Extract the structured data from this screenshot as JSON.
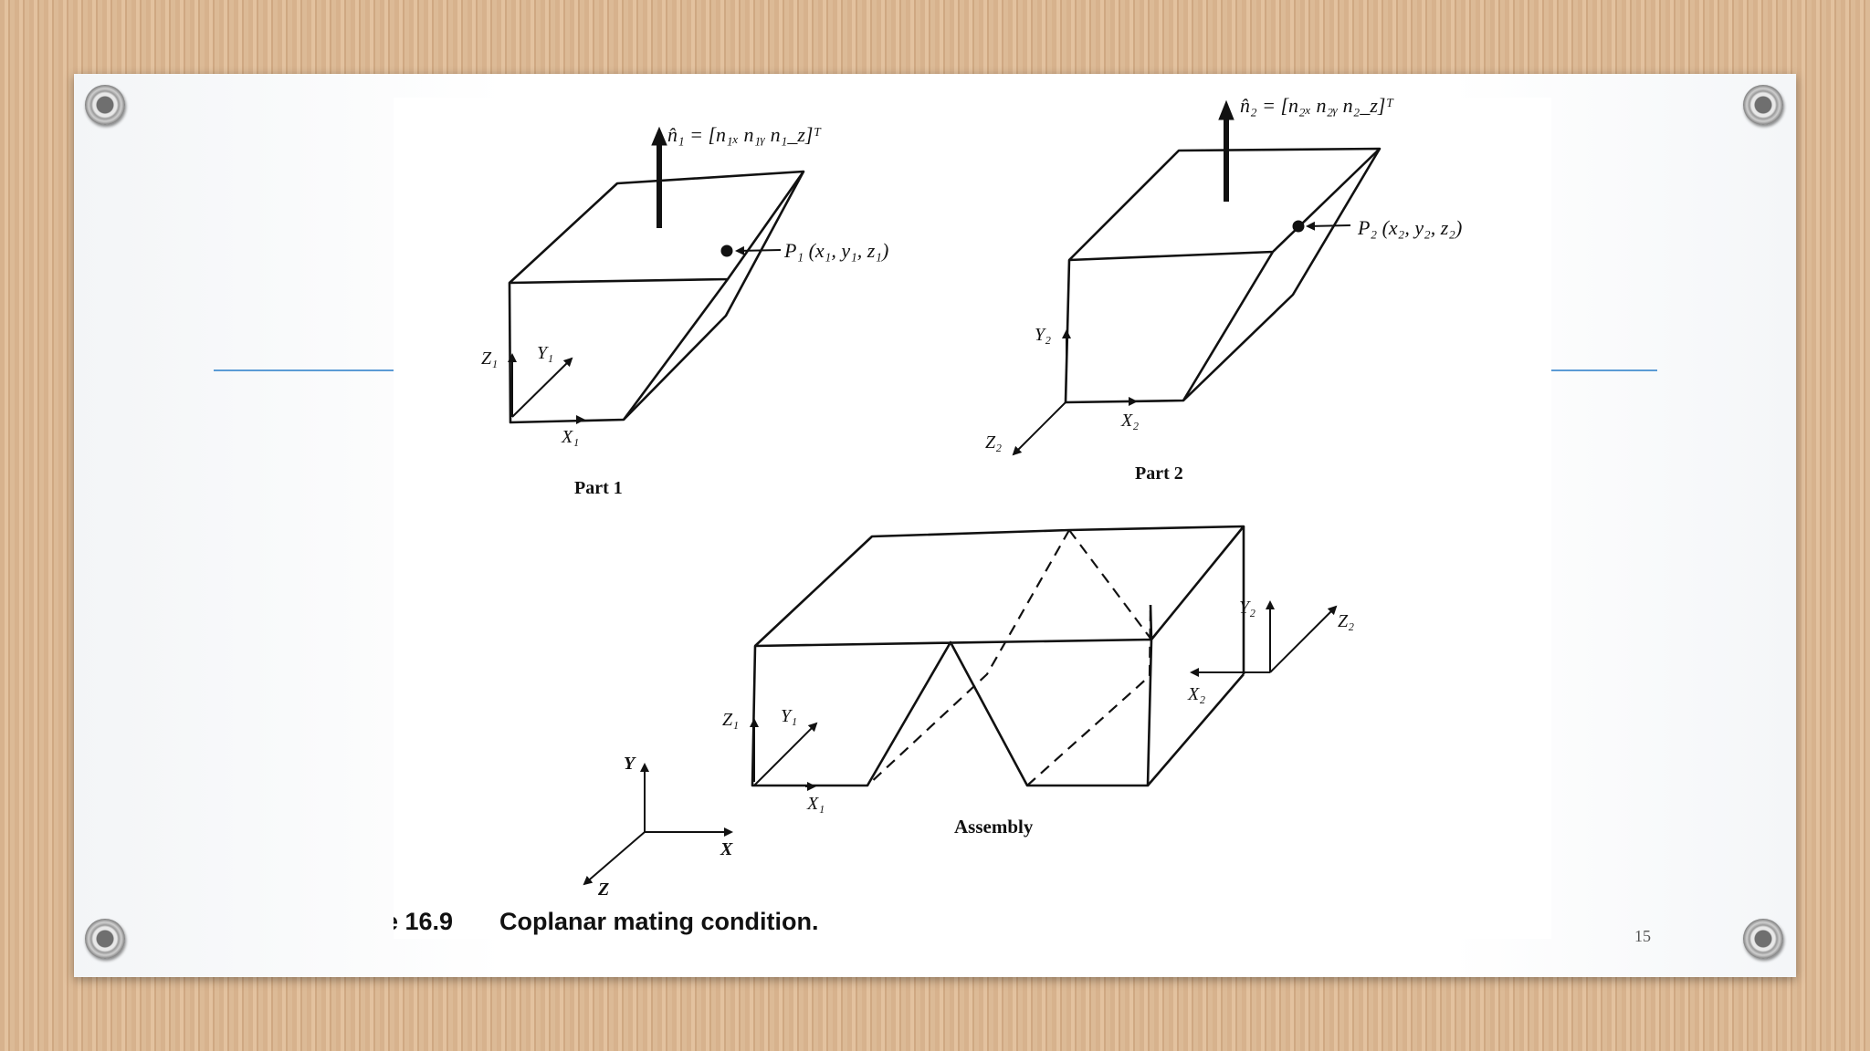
{
  "slide": {
    "page_number": "15"
  },
  "figure": {
    "part1": {
      "normal_label": "n̂₁ = [n₁ₓ n₁ᵧ n₁_z]ᵀ",
      "point_label": "P₁ (x₁, y₁, z₁)",
      "axes": {
        "x": "X₁",
        "y": "Y₁",
        "z": "Z₁"
      },
      "caption": "Part 1"
    },
    "part2": {
      "normal_label": "n̂₂ = [n₂ₓ n₂ᵧ n₂_z]ᵀ",
      "point_label": "P₂ (x₂, y₂, z₂)",
      "axes": {
        "x": "X₂",
        "y": "Y₂",
        "z": "Z₂"
      },
      "caption": "Part 2"
    },
    "assembly": {
      "caption": "Assembly",
      "axes1": {
        "x": "X₁",
        "y": "Y₁",
        "z": "Z₁"
      },
      "axes2": {
        "x": "X₂",
        "y": "Y₂",
        "z": "Z₂"
      },
      "global_axes": {
        "x": "X",
        "y": "Y",
        "z": "Z"
      }
    },
    "caption_number": "e 16.9",
    "caption_text": "Coplanar mating condition."
  }
}
